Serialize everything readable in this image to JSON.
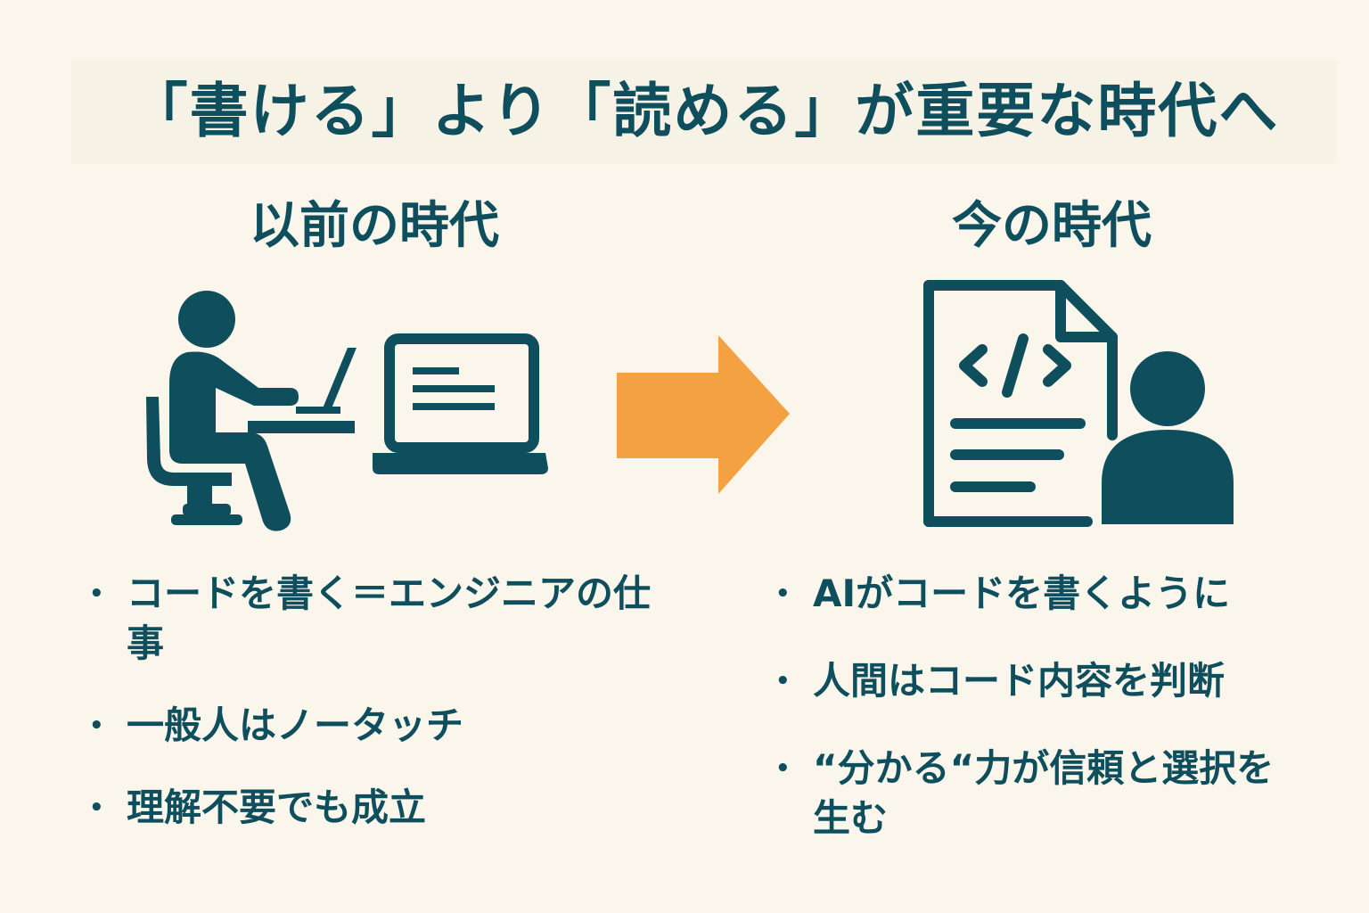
{
  "title": "「書ける」より「読める」が重要な時代へ",
  "left": {
    "heading": "以前の時代",
    "bullets": [
      "コードを書く＝エンジニアの仕事",
      "一般人はノータッチ",
      "理解不要でも成立"
    ]
  },
  "right": {
    "heading": "今の時代",
    "bullets": [
      "AIがコードを書くように",
      "人間はコード内容を判断",
      "“分かる“力が信頼と選択を生む"
    ]
  },
  "icons": {
    "left": "person-at-computer-icon",
    "middle": "right-arrow-icon",
    "right": "code-document-person-icon"
  },
  "colors": {
    "background": "#faf6ec",
    "text": "#0f4e5c",
    "icon": "#0f4e5c",
    "arrow": "#f4a143"
  }
}
